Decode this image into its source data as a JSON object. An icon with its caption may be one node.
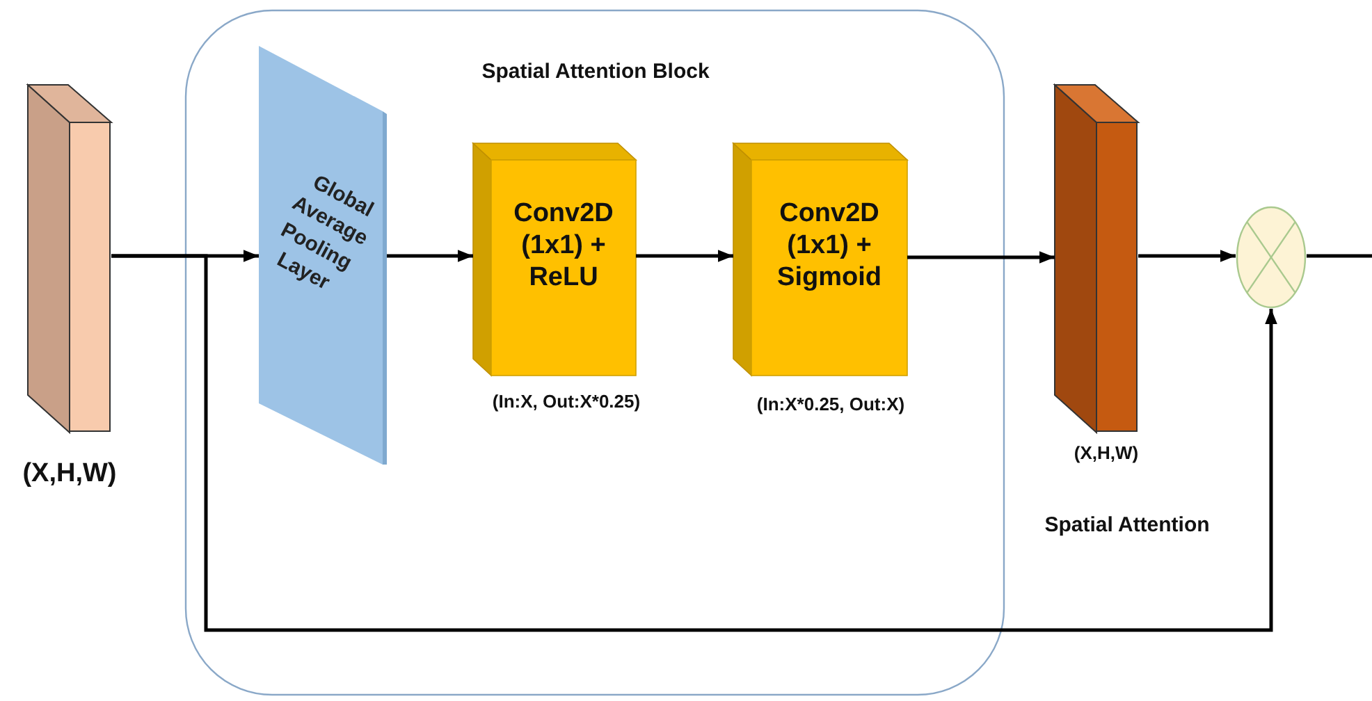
{
  "diagram": {
    "nodes": [
      {
        "text": [
          "Spatial Attention Block"
        ]
      },
      {
        "text": [],
        "shape": "box",
        "beside": [
          "(X,H,W)"
        ]
      },
      {
        "text": [
          "Global Average Pooling Layer"
        ],
        "in": 0
      },
      {
        "text": [
          "Conv2D (1x1) + ReLU"
        ],
        "in": 0,
        "beside": [
          "(In:X, Out:X*0.25)"
        ]
      },
      {
        "text": [
          "Conv2D (1x1) + Sigmoid"
        ],
        "in": 0,
        "beside": [
          "(In:X*0.25, Out:X)"
        ]
      },
      {
        "text": [],
        "shape": "box",
        "beside": [
          "(X,H,W)",
          "Spatial Attention"
        ]
      },
      {
        "text": [],
        "shape": "circle"
      }
    ],
    "edges": [
      {
        "from": 1,
        "to": 2,
        "arrow": "to"
      },
      {
        "from": 2,
        "to": 3,
        "arrow": "to"
      },
      {
        "from": 3,
        "to": 4,
        "arrow": "to"
      },
      {
        "from": 4,
        "to": 5,
        "arrow": "to"
      },
      {
        "from": 5,
        "to": 6,
        "arrow": "to"
      },
      {
        "from": 1,
        "to": 6,
        "arrow": "to"
      },
      {
        "from": 6,
        "to": null,
        "arrow": "none"
      }
    ]
  }
}
